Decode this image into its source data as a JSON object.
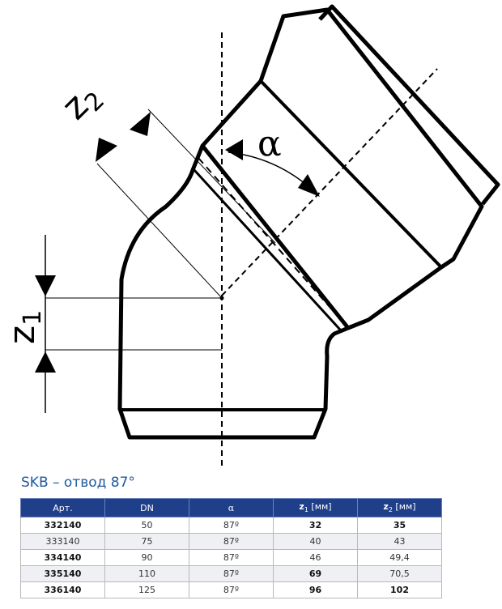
{
  "diagram": {
    "labels": {
      "z1": "z",
      "z1_sub": "1",
      "z2": "z",
      "z2_sub": "2",
      "alpha": "α"
    }
  },
  "title": "SKB – отвод 87°",
  "table": {
    "headers": [
      {
        "main": "Арт.",
        "sub": "",
        "unit": ""
      },
      {
        "main": "DN",
        "sub": "",
        "unit": ""
      },
      {
        "main": "α",
        "sub": "",
        "unit": ""
      },
      {
        "main": "z",
        "sub": "1",
        "unit": " [мм]"
      },
      {
        "main": "z",
        "sub": "2",
        "unit": " [мм]"
      }
    ],
    "rows": [
      [
        "332140",
        "50",
        "87º",
        "32",
        "35"
      ],
      [
        "333140",
        "75",
        "87º",
        "40",
        "43"
      ],
      [
        "334140",
        "90",
        "87º",
        "46",
        "49,4"
      ],
      [
        "335140",
        "110",
        "87º",
        "69",
        "70,5"
      ],
      [
        "336140",
        "125",
        "87º",
        "96",
        "102"
      ]
    ],
    "bold_cells": [
      [
        1,
        1
      ],
      [
        1,
        4
      ],
      [
        1,
        5
      ],
      [
        3,
        1
      ],
      [
        4,
        1
      ],
      [
        4,
        4
      ],
      [
        5,
        1
      ],
      [
        5,
        4
      ],
      [
        5,
        5
      ]
    ]
  }
}
